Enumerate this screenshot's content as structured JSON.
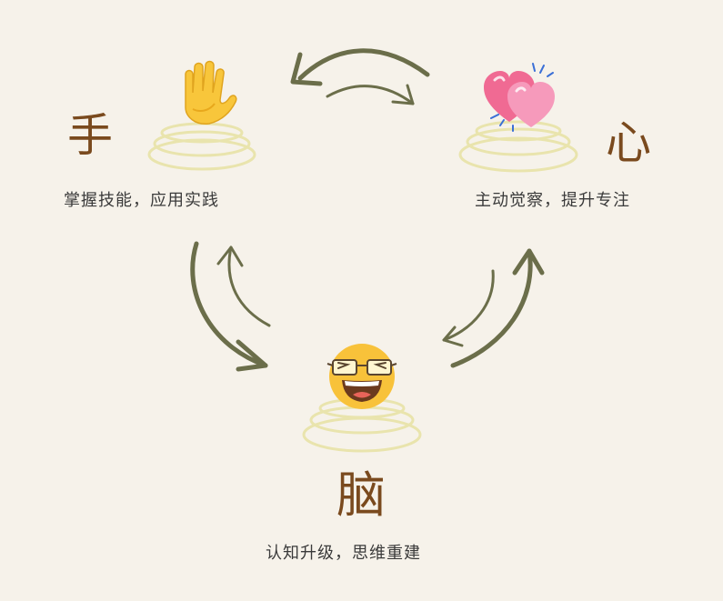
{
  "nodes": {
    "hand": {
      "char": "手",
      "caption": "掌握技能，应用实践",
      "icon": "raised-hand-icon",
      "icon_color": "#f7c43a"
    },
    "heart": {
      "char": "心",
      "caption": "主动觉察，提升专注",
      "icon": "two-hearts-icon",
      "icon_color": "#f07aa0"
    },
    "brain": {
      "char": "脑",
      "caption": "认知升级，思维重建",
      "icon": "grinning-glasses-face-icon",
      "icon_color": "#f8c23a"
    }
  },
  "colors": {
    "background": "#f6f2ea",
    "arrow": "#6b6e4a",
    "title": "#7a4a1e",
    "ring": "#ece8b2"
  }
}
